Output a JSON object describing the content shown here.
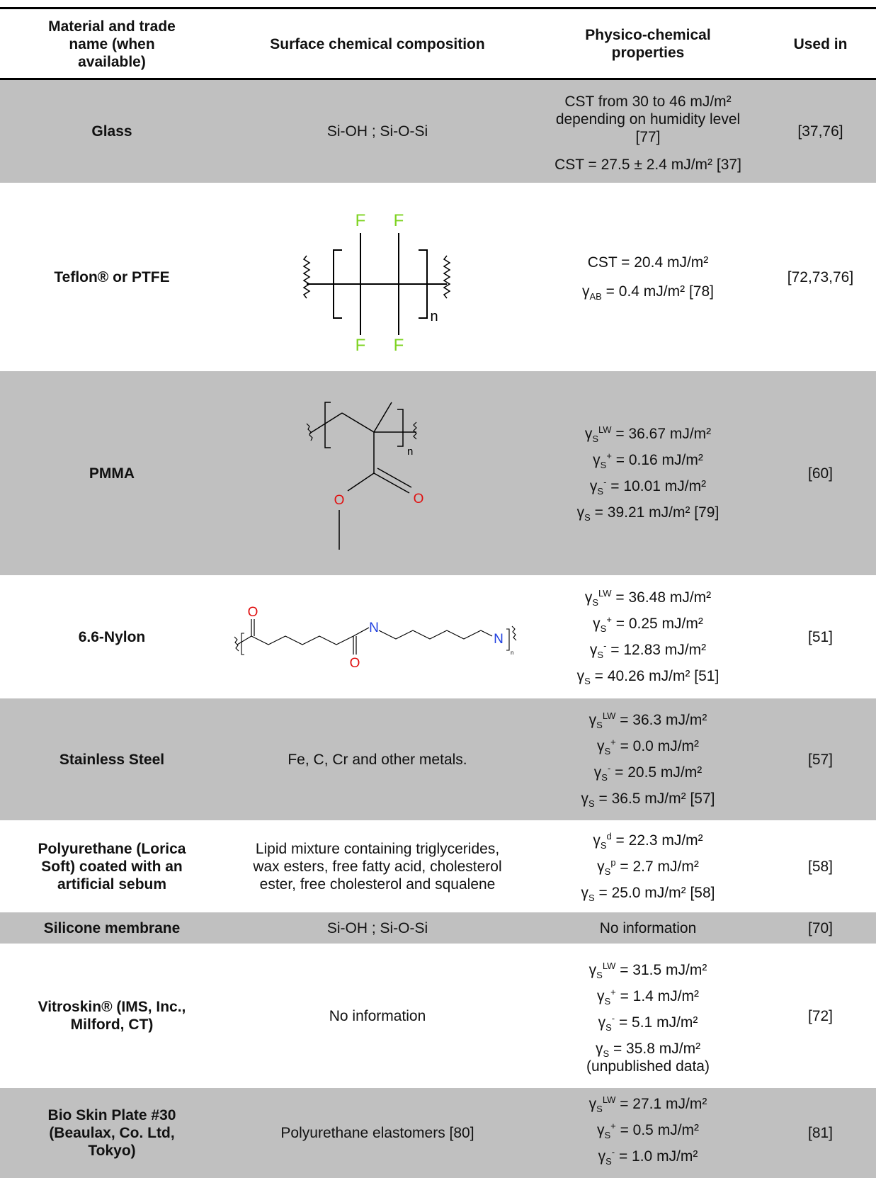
{
  "header": {
    "col1_lines": [
      "Material and trade",
      "name (when",
      "available)"
    ],
    "col2_lines": [
      "Surface chemical composition"
    ],
    "col3_lines": [
      "Physico-chemical",
      "properties"
    ],
    "col4_lines": [
      "Used in"
    ]
  },
  "colors": {
    "row_shade": "#c0c0c0",
    "fluorine": "#7ed321",
    "oxygen": "#e01010",
    "nitrogen": "#2040e0"
  },
  "chem_labels": {
    "F": "F",
    "O": "O",
    "N": "N",
    "n": "n"
  },
  "rows": [
    {
      "material": "Glass",
      "composition": "Si-OH ; Si-O-Si",
      "props": [
        "CST from 30 to 46 mJ/m²",
        "depending on humidity level",
        "[77]",
        "CST = 27.5 ± 2.4 mJ/m² [37]"
      ],
      "ref": "[37,76]"
    },
    {
      "material": "Teflon® or PTFE",
      "props": [
        {
          "pre": "CST = 20.4 mJ/m²"
        },
        {
          "pre": "γ",
          "sub": "AB",
          "post": " = 0.4 mJ/m² [78]"
        }
      ],
      "ref": "[72,73,76]"
    },
    {
      "material": "PMMA",
      "props": [
        {
          "pre": "γ",
          "sub": "S",
          "sup": "LW",
          "post": " = 36.67 mJ/m²"
        },
        {
          "pre": "γ",
          "sub": "S",
          "sup": "+",
          "post": " = 0.16 mJ/m²"
        },
        {
          "pre": "γ",
          "sub": "S",
          "sup": "-",
          "post": " = 10.01 mJ/m²"
        },
        {
          "pre": "γ",
          "sub": "S",
          "post": "  = 39.21 mJ/m² [79]"
        }
      ],
      "ref": "[60]"
    },
    {
      "material": "6.6-Nylon",
      "props": [
        {
          "pre": "γ",
          "sub": "S",
          "sup": "LW",
          "post": " = 36.48 mJ/m²"
        },
        {
          "pre": "γ",
          "sub": "S",
          "sup": "+",
          "post": " = 0.25 mJ/m²"
        },
        {
          "pre": "γ",
          "sub": "S",
          "sup": "-",
          "post": " = 12.83 mJ/m²"
        },
        {
          "pre": "γ",
          "sub": "S",
          "post": "  = 40.26 mJ/m² [51]"
        }
      ],
      "ref": "[51]"
    },
    {
      "material": "Stainless Steel",
      "composition": "Fe, C, Cr and other metals.",
      "props": [
        {
          "pre": "γ",
          "sub": "S",
          "sup": "LW",
          "post": " = 36.3 mJ/m²"
        },
        {
          "pre": "γ",
          "sub": "S",
          "sup": "+",
          "post": " = 0.0 mJ/m²"
        },
        {
          "pre": "γ",
          "sub": "S",
          "sup": "-",
          "post": " = 20.5 mJ/m²"
        },
        {
          "pre": "γ",
          "sub": "S",
          "post": "  = 36.5 mJ/m² [57]"
        }
      ],
      "ref": "[57]"
    },
    {
      "material_lines": [
        "Polyurethane (Lorica",
        "Soft) coated with an",
        "artificial sebum"
      ],
      "composition_lines": [
        "Lipid mixture containing triglycerides,",
        "wax esters, free fatty acid, cholesterol",
        "ester, free cholesterol and squalene"
      ],
      "props": [
        {
          "pre": "γ",
          "sub": "S",
          "sup": "d",
          "post": " = 22.3 mJ/m²"
        },
        {
          "pre": "γ",
          "sub": "S",
          "sup": "p",
          "post": " = 2.7 mJ/m²"
        },
        {
          "pre": "γ",
          "sub": "S",
          "post": " = 25.0 mJ/m² [58]"
        }
      ],
      "ref": "[58]"
    },
    {
      "material": "Silicone membrane",
      "composition": "Si-OH ; Si-O-Si",
      "props": [
        {
          "pre": "No information"
        }
      ],
      "ref": "[70]"
    },
    {
      "material_lines": [
        "Vitroskin® (IMS, Inc.,",
        "Milford, CT)"
      ],
      "composition": "No information",
      "props": [
        {
          "pre": "γ",
          "sub": "S",
          "sup": "LW",
          "post": " = 31.5 mJ/m²"
        },
        {
          "pre": "γ",
          "sub": "S",
          "sup": "+",
          "post": " = 1.4 mJ/m²"
        },
        {
          "pre": "γ",
          "sub": "S",
          "sup": "-",
          "post": " = 5.1 mJ/m²"
        },
        {
          "pre": "γ",
          "sub": "S",
          "post": "  = 35.8 mJ/m²"
        }
      ],
      "props_extra": "(unpublished data)",
      "ref": "[72]"
    },
    {
      "material_lines": [
        "Bio Skin Plate #30",
        "(Beaulax, Co. Ltd,",
        "Tokyo)"
      ],
      "composition": "Polyurethane elastomers [80]",
      "props": [
        {
          "pre": "γ",
          "sub": "S",
          "sup": "LW",
          "post": " = 27.1 mJ/m²"
        },
        {
          "pre": "γ",
          "sub": "S",
          "sup": "+",
          "post": " = 0.5 mJ/m²"
        },
        {
          "pre": "γ",
          "sub": "S",
          "sup": "-",
          "post": " = 1.0 mJ/m²"
        }
      ],
      "ref": "[81]"
    }
  ]
}
